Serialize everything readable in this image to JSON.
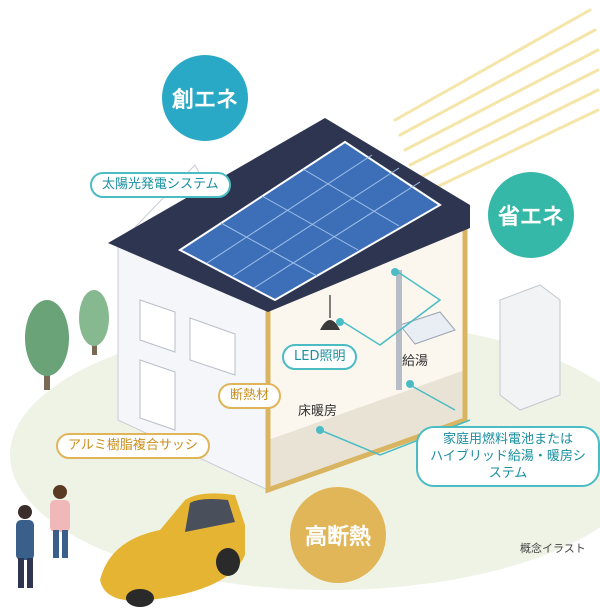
{
  "badges": {
    "souene": "創エネ",
    "shouene": "省エネ",
    "koudannetsu": "高断熱"
  },
  "labels": {
    "solar": "太陽光発電システム",
    "led": "LED照明",
    "kyuto": "給湯",
    "dannetsu": "断熱材",
    "yukadanbo": "床暖房",
    "sash": "アルミ樹脂複合サッシ",
    "fuelcell_line1": "家庭用燃料電池または",
    "fuelcell_line2": "ハイブリッド給湯・暖房システム"
  },
  "note": "概念イラスト",
  "colors": {
    "teal": "#4bbcc4",
    "gold": "#e0b55a",
    "roof": "#2e3550",
    "panel": "#3d6fb8",
    "ground": "#eef3e6"
  }
}
